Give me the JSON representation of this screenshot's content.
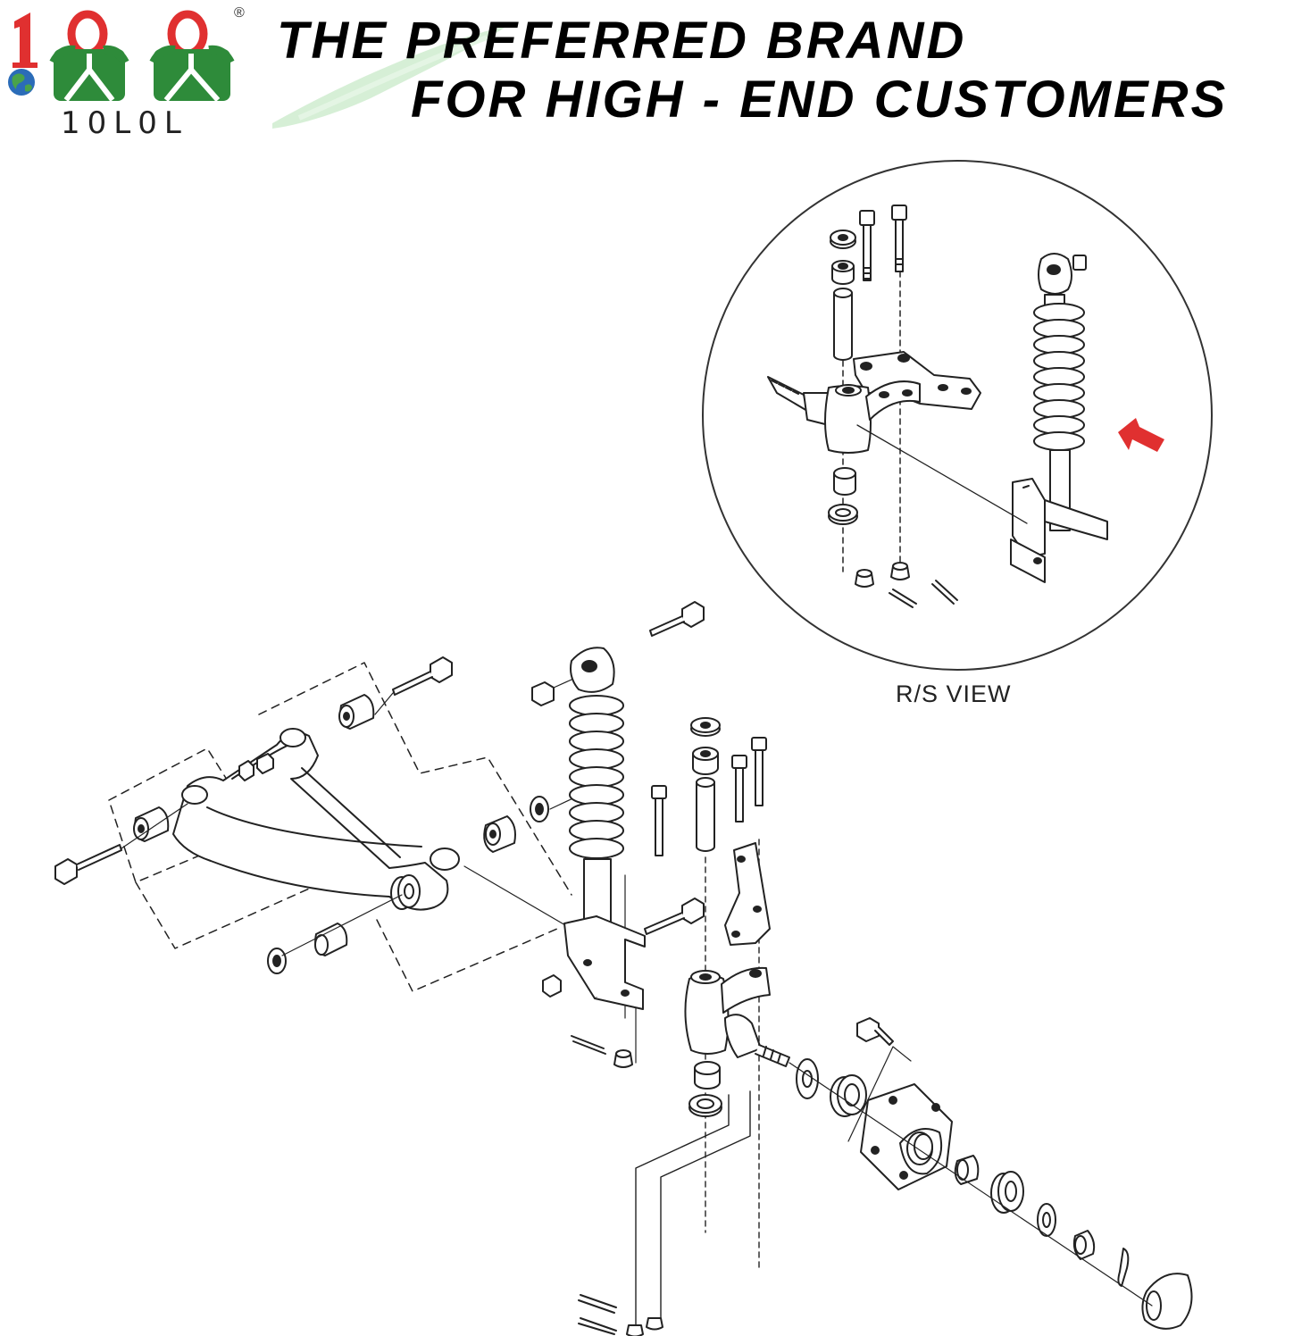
{
  "brand": {
    "logo_text": "10L0L",
    "registered_mark": "®",
    "logo_colors": {
      "red": "#e03030",
      "green": "#2e8b3a"
    }
  },
  "headline": {
    "line1": "THE PREFERRED BRAND",
    "line2": "FOR HIGH - END CUSTOMERS"
  },
  "diagram": {
    "inset_caption": "R/S VIEW",
    "arrow_color": "#e03030",
    "icons": [
      "shock-absorber-icon",
      "control-arm-icon",
      "spindle-icon",
      "hub-icon",
      "bolt-icon",
      "washer-icon",
      "bearing-icon",
      "dust-cap-icon"
    ]
  }
}
